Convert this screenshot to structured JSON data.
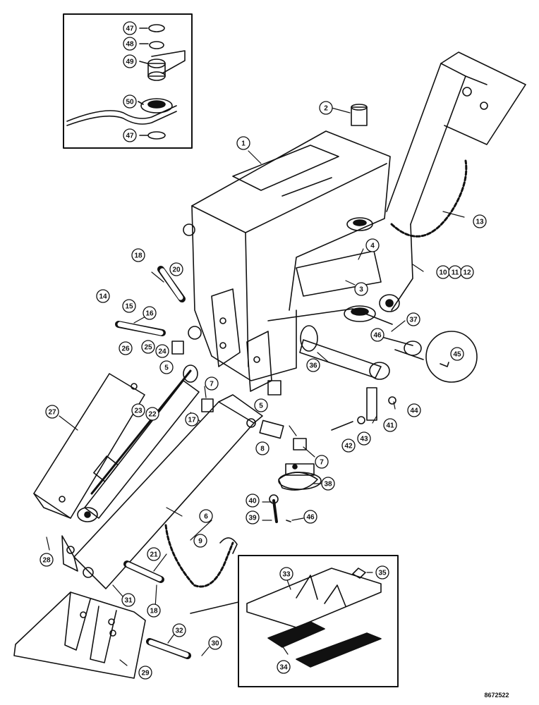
{
  "drawing_code": "8672522",
  "callouts": [
    {
      "id": "c1",
      "text": "1"
    },
    {
      "id": "c2",
      "text": "2"
    },
    {
      "id": "c3",
      "text": "3"
    },
    {
      "id": "c4",
      "text": "4"
    },
    {
      "id": "c5a",
      "text": "5"
    },
    {
      "id": "c5b",
      "text": "5"
    },
    {
      "id": "c6",
      "text": "6"
    },
    {
      "id": "c7a",
      "text": "7"
    },
    {
      "id": "c7b",
      "text": "7"
    },
    {
      "id": "c8",
      "text": "8"
    },
    {
      "id": "c9",
      "text": "9"
    },
    {
      "id": "c10",
      "text": "10"
    },
    {
      "id": "c11",
      "text": "11"
    },
    {
      "id": "c12",
      "text": "12"
    },
    {
      "id": "c13",
      "text": "13"
    },
    {
      "id": "c14",
      "text": "14"
    },
    {
      "id": "c15",
      "text": "15"
    },
    {
      "id": "c16",
      "text": "16"
    },
    {
      "id": "c17",
      "text": "17"
    },
    {
      "id": "c18a",
      "text": "18"
    },
    {
      "id": "c18b",
      "text": "18"
    },
    {
      "id": "c20",
      "text": "20"
    },
    {
      "id": "c21",
      "text": "21"
    },
    {
      "id": "c22",
      "text": "22"
    },
    {
      "id": "c23",
      "text": "23"
    },
    {
      "id": "c24",
      "text": "24"
    },
    {
      "id": "c25",
      "text": "25"
    },
    {
      "id": "c26",
      "text": "26"
    },
    {
      "id": "c27",
      "text": "27"
    },
    {
      "id": "c28",
      "text": "28"
    },
    {
      "id": "c29",
      "text": "29"
    },
    {
      "id": "c30",
      "text": "30"
    },
    {
      "id": "c31",
      "text": "31"
    },
    {
      "id": "c32",
      "text": "32"
    },
    {
      "id": "c33",
      "text": "33"
    },
    {
      "id": "c34",
      "text": "34"
    },
    {
      "id": "c35",
      "text": "35"
    },
    {
      "id": "c36",
      "text": "36"
    },
    {
      "id": "c37",
      "text": "37"
    },
    {
      "id": "c38",
      "text": "38"
    },
    {
      "id": "c39",
      "text": "39"
    },
    {
      "id": "c40",
      "text": "40"
    },
    {
      "id": "c41",
      "text": "41"
    },
    {
      "id": "c42",
      "text": "42"
    },
    {
      "id": "c43",
      "text": "43"
    },
    {
      "id": "c44",
      "text": "44"
    },
    {
      "id": "c45",
      "text": "45"
    },
    {
      "id": "c46a",
      "text": "46"
    },
    {
      "id": "c46b",
      "text": "46"
    },
    {
      "id": "c47a",
      "text": "47"
    },
    {
      "id": "c47b",
      "text": "47"
    },
    {
      "id": "c48",
      "text": "48"
    },
    {
      "id": "c49",
      "text": "49"
    },
    {
      "id": "c50",
      "text": "50"
    }
  ]
}
